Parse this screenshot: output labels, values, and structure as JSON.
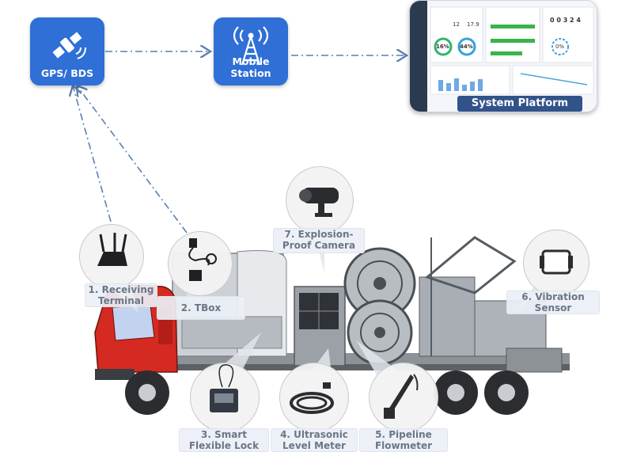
{
  "nodes": {
    "gps": "GPS/ BDS",
    "mobile_station": "Mobile Station",
    "system_platform": "System Platform"
  },
  "components": [
    {
      "line1": "1. Receiving",
      "line2": "Terminal"
    },
    {
      "line1": "2. TBox",
      "line2": ""
    },
    {
      "line1": "3. Smart",
      "line2": "Flexible Lock"
    },
    {
      "line1": "4. Ultrasonic",
      "line2": "Level Meter"
    },
    {
      "line1": "5. Pipeline",
      "line2": "Flowmeter"
    },
    {
      "line1": "6. Vibration",
      "line2": "Sensor"
    },
    {
      "line1": "7. Explosion-",
      "line2": "Proof Camera"
    }
  ],
  "platform_screen": {
    "stats": [
      "12",
      "17.9",
      "16%",
      "44%",
      "0%"
    ],
    "counter": "0 0 3 2 4"
  },
  "colors": {
    "node_blue": "#2f6fd6",
    "truck_red": "#d42a22",
    "platform_bar": "#32538a",
    "connector": "#5b7fb4"
  }
}
